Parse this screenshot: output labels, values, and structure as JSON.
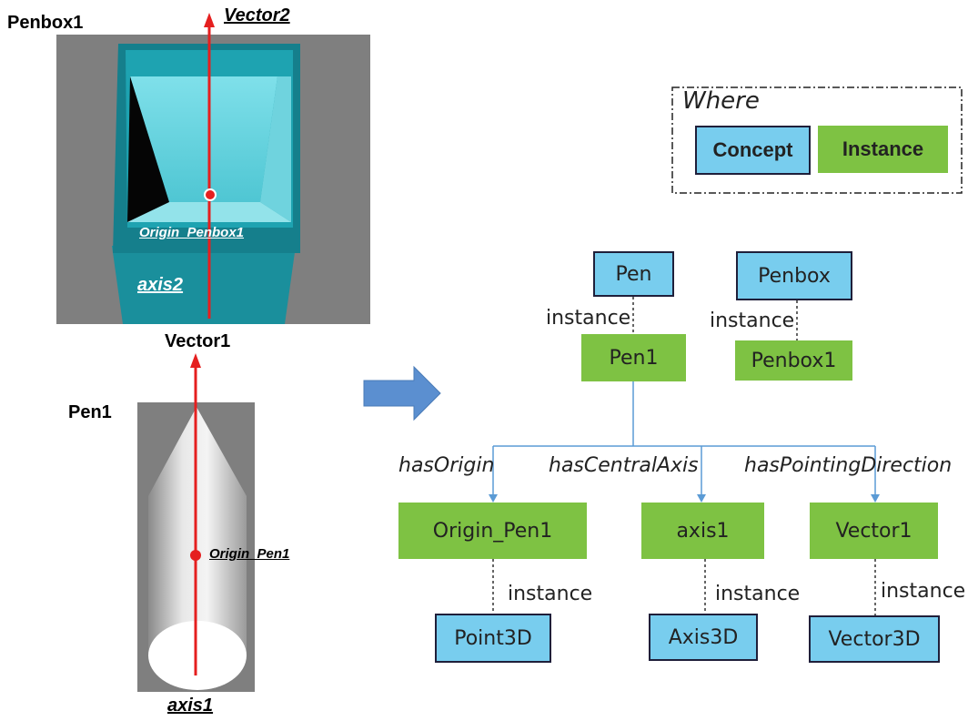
{
  "left": {
    "penbox_title": "Penbox1",
    "vector2_label": "Vector2",
    "origin_penbox_label": "Origin_Penbox1",
    "axis2_label": "axis2",
    "vector1_label": "Vector1",
    "pen_title": "Pen1",
    "origin_pen_label": "Origin_Pen1",
    "axis1_label": "axis1"
  },
  "legend": {
    "title": "Where",
    "concept": "Concept",
    "instance": "Instance"
  },
  "concepts": {
    "pen": "Pen",
    "penbox": "Penbox",
    "point3d": "Point3D",
    "axis3d": "Axis3D",
    "vector3d": "Vector3D"
  },
  "instances": {
    "pen1": "Pen1",
    "penbox1": "Penbox1",
    "origin_pen1": "Origin_Pen1",
    "axis1": "axis1",
    "vector1": "Vector1"
  },
  "relations": {
    "has_origin": "hasOrigin",
    "has_central_axis": "hasCentralAxis",
    "has_pointing_direction": "hasPointingDirection",
    "instance": "instance"
  },
  "colors": {
    "concept_fill": "#78cdee",
    "instance_fill": "#7ec243",
    "arrow_red": "#e51f1f",
    "connector_blue": "#5b9bd5",
    "big_arrow": "#5b8fd0"
  }
}
